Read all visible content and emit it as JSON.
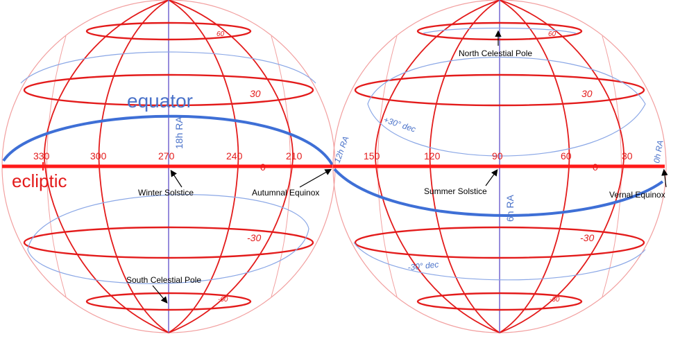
{
  "left_globe": {
    "longitude_labels": [
      "330",
      "300",
      "270",
      "240",
      "210"
    ],
    "ecliptic_zero": "0",
    "lat_labels": {
      "p60": "60",
      "p30": "30",
      "m30": "-30",
      "m60": "-60"
    },
    "equator_label": "equator",
    "ecliptic_label": "ecliptic",
    "ra_label": "18h RA",
    "right_edge_ra_label": "12h RA",
    "annotations": {
      "winter_solstice": "Winter Solstice",
      "autumnal_equinox": "Autumnal Equinox",
      "south_celestial_pole": "South Celestial Pole"
    }
  },
  "right_globe": {
    "longitude_labels": [
      "150",
      "120",
      "90",
      "60",
      "30"
    ],
    "ecliptic_zero": "0",
    "lat_labels": {
      "p60": "60",
      "p30": "30",
      "m30": "-30",
      "m60": "-60"
    },
    "dec_labels": {
      "p30": "+30° dec",
      "m30": "-30° dec"
    },
    "ra_label": "6h RA",
    "right_edge_ra_label": "0h RA",
    "annotations": {
      "north_celestial_pole": "North Celestial Pole",
      "summer_solstice": "Summer Solstice",
      "vernal_equinox": "Vernal Equinox"
    }
  },
  "colors": {
    "ecliptic_grid": "#e31b1b",
    "equatorial_grid": "#4a72c9",
    "outline": "#e31b1b",
    "annotation": "#000000"
  }
}
